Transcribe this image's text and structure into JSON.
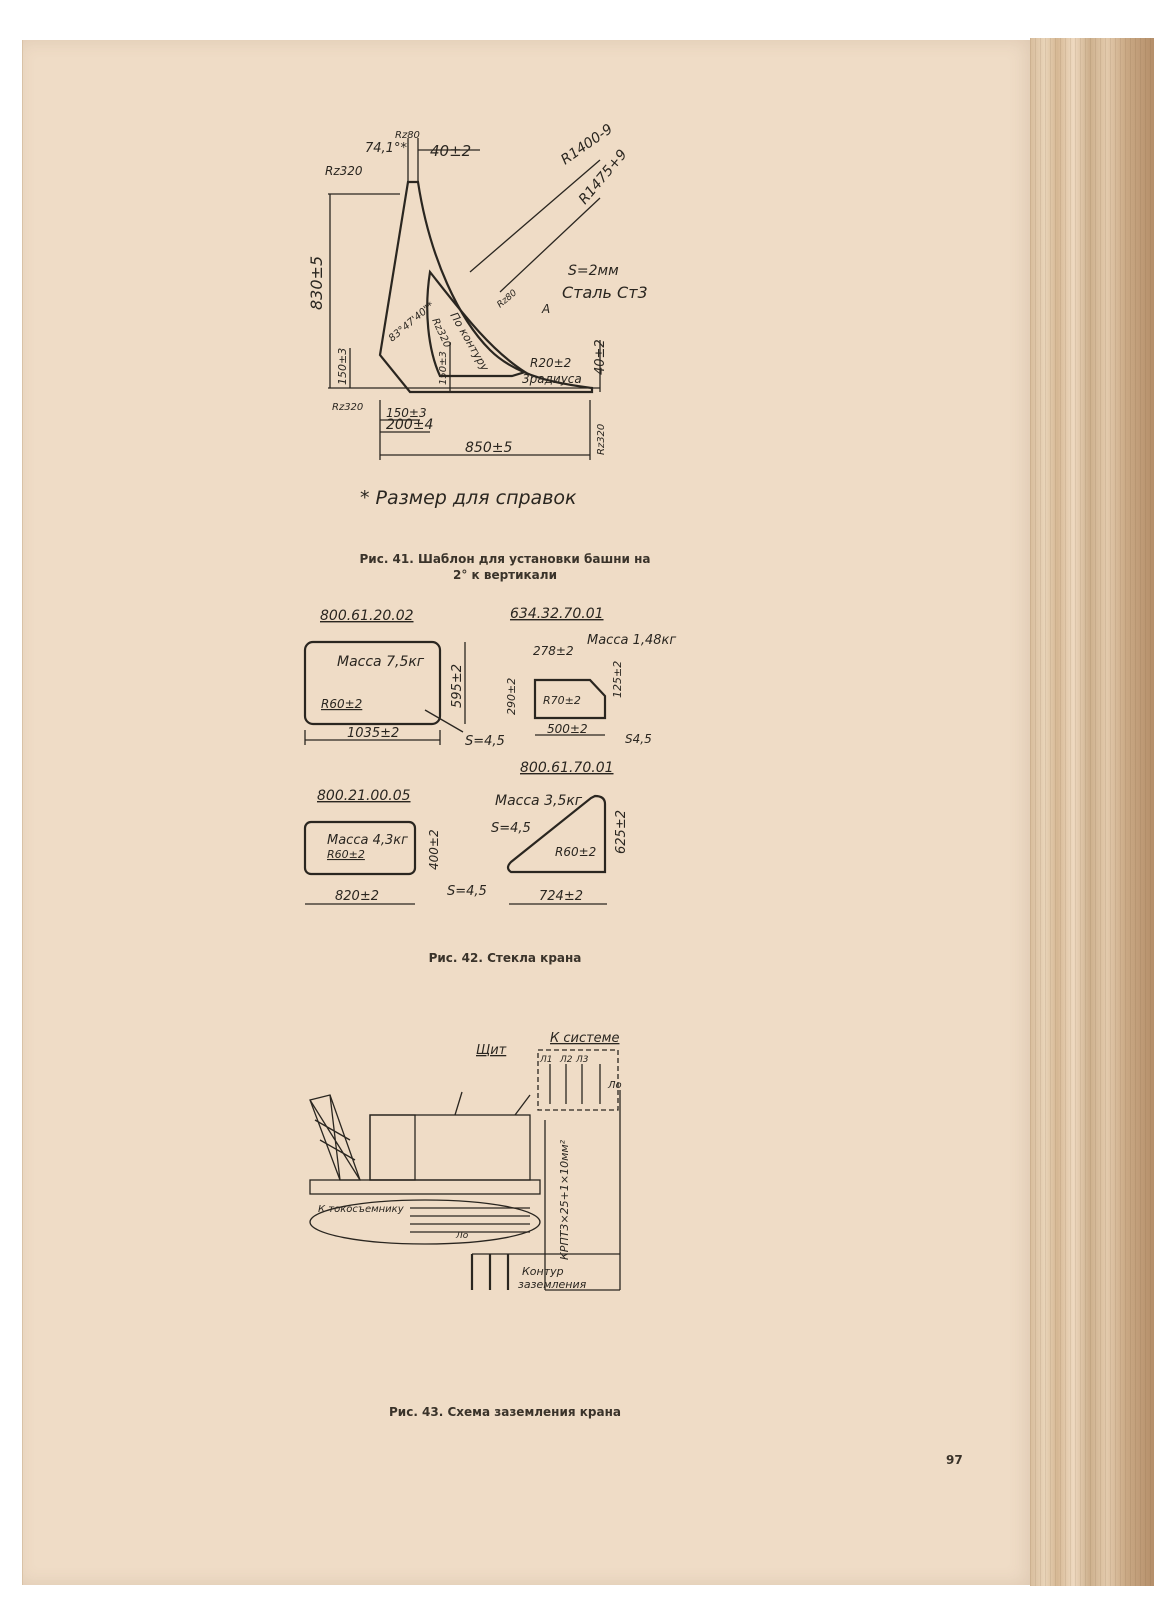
{
  "fig41": {
    "dims": {
      "angle": "74,1°*",
      "rz80_top": "Rz80",
      "dim_40": "40±2",
      "r1400": "R1400-9",
      "r1475": "R1475+9",
      "rz320_top": "Rz320",
      "h830": "830±5",
      "s": "S=2мм",
      "steel": "Сталь Ст3",
      "rz80_mid": "Rz80",
      "rz320_mid": "Rz320",
      "contour": "По контуру",
      "angle2": "83°47'40\"*",
      "dim150v": "150±3",
      "dim150v2": "150±3",
      "r20": "R20±2",
      "radius3": "3радиуса",
      "dim40v": "40±2",
      "rz320_bot": "Rz320",
      "dim150h": "150±3",
      "dim200": "200±4",
      "dim850": "850±5",
      "rz320_br": "Rz320",
      "a": "A"
    },
    "note": "* Размер для справок",
    "caption_line1": "Рис. 41. Шаблон для установки башни на",
    "caption_line2": "2° к вертикали"
  },
  "fig42": {
    "p1": {
      "code": "800.61.20.02",
      "mass": "Масса 7,5кг",
      "radius": "R60±2",
      "w": "1035±2",
      "h": "595±2",
      "s": "S=4,5"
    },
    "p2": {
      "code": "634.32.70.01",
      "mass": "Масса 1,48кг",
      "top": "278±2",
      "h": "290±2",
      "radius": "R70±2",
      "side": "125±2",
      "w": "500±2",
      "s": "S4,5"
    },
    "p3": {
      "code": "800.21.00.05",
      "mass": "Масса 4,3кг",
      "radius": "R60±2",
      "h": "400±2",
      "w": "820±2",
      "s": "S=4,5"
    },
    "p4": {
      "code": "800.61.70.01",
      "mass": "Масса 3,5кг",
      "s": "S=4,5",
      "radius": "R60±2",
      "h": "625±2",
      "w": "724±2"
    },
    "caption": "Рис. 42. Стекла крана"
  },
  "fig43": {
    "labels": {
      "shield": "Щит",
      "to_system": "К системе",
      "l1": "Л1",
      "l2": "Л2",
      "l3": "Л3",
      "lo": "Ло",
      "cable": "КРПТ3×25+1×10мм²",
      "to_collector": "К токосъемнику",
      "lo2": "Ло",
      "contour1": "Контур",
      "contour2": "заземления"
    },
    "caption": "Рис. 43. Схема заземления крана"
  },
  "page_number": "97"
}
